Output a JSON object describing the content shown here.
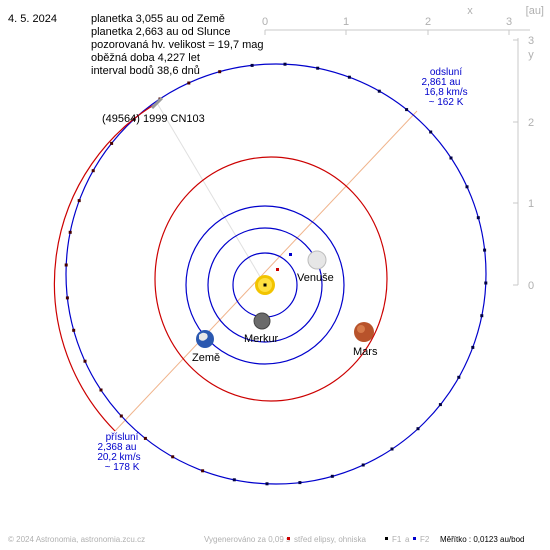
{
  "header": {
    "date": "4. 5. 2024",
    "info_lines": [
      "planetka 3,055 au od Země",
      "planetka 2,663 au od Slunce",
      "pozorovaná hv. velikost = 19,7 mag",
      "oběžná doba 4,227 let",
      "interval bodů 38,6 dnů"
    ]
  },
  "asteroid": {
    "name": "(49564) 1999 CN103"
  },
  "aphelion": {
    "label": "odsluní",
    "distance": "2,861 au",
    "speed": "16,8 km/s",
    "temp": "~ 162 K"
  },
  "perihelion": {
    "label": "přísluní",
    "distance": "2,368 au",
    "speed": "20,2 km/s",
    "temp": "~ 178 K"
  },
  "planets": {
    "venus": "Venuše",
    "mercury": "Merkur",
    "earth": "Země",
    "mars": "Mars"
  },
  "scale_x": {
    "ticks": [
      "0",
      "1",
      "2",
      "3"
    ],
    "axis_label": "x",
    "unit": "[au]"
  },
  "scale_y": {
    "ticks": [
      "3",
      "2",
      "1",
      "0"
    ],
    "axis_label": "y"
  },
  "footer": {
    "copyright": "© 2024 Astronomia, astronomia.zcu.cz",
    "generated": "Vygenerováno za 0,09 s",
    "legend_center": "střed elipsy, ohniska",
    "legend_f1": "F1",
    "legend_a": "a",
    "legend_f2": "F2",
    "scale": "Měřítko : 0,0123 au/bod"
  },
  "colors": {
    "asteroid_orbit_far": "#0000cc",
    "asteroid_orbit_near": "#cc0000",
    "planet_orbit": "#0000cc",
    "apsis_line": "#f0b48c",
    "label_blue": "#0000cc",
    "grey_text": "#b0b0b0"
  }
}
